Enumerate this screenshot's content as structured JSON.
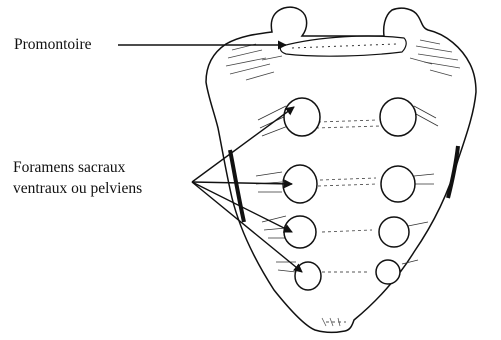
{
  "labels": {
    "promontoire": "Promontoire",
    "foramens_line1": "Foramens sacraux",
    "foramens_line2": "ventraux ou pelviens"
  },
  "colors": {
    "ink": "#111111",
    "paper": "#ffffff"
  }
}
